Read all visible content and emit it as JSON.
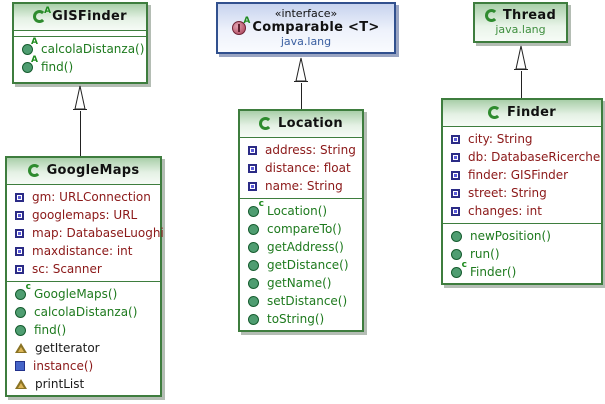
{
  "colors": {
    "class_border": "#3e7d3e",
    "class_header_gradient_top": "#a9cfa9",
    "interface_border": "#31508e",
    "interface_header_gradient_top": "#c7d3ee",
    "attribute_text": "#8b1818",
    "method_text": "#1e7a1e",
    "plain_member_text": "#1a1a1a",
    "package_text_green": "#3f8f3f",
    "package_text_blue": "#3a5fa0"
  },
  "icons": {
    "class-icon": "green C ring",
    "abstract-class-icon": "green C ring with superscript A",
    "interface-icon": "maroon circle with I and superscript A",
    "field-icon": "small blue square",
    "public-method-icon": "green filled circle",
    "constructor-icon": "green filled circle with superscript c",
    "abstract-method-icon": "green filled circle with superscript A",
    "protected-member-icon": "gold triangle",
    "static-method-icon": "blue filled square",
    "inheritance-arrowhead-icon": "hollow upward triangle"
  },
  "classes": {
    "gisfinder": {
      "title": "GISFinder",
      "operations": [
        {
          "label": "calcolaDistanza()",
          "icon": "abstract-method-icon"
        },
        {
          "label": "find()",
          "icon": "abstract-method-icon"
        }
      ]
    },
    "comparable": {
      "stereotype": "«interface»",
      "title": "Comparable <T>",
      "package": "java.lang"
    },
    "thread": {
      "title": "Thread",
      "package": "java.lang"
    },
    "googlemaps": {
      "title": "GoogleMaps",
      "attributes": [
        {
          "label": "gm: URLConnection",
          "icon": "field-icon"
        },
        {
          "label": "googlemaps: URL",
          "icon": "field-icon"
        },
        {
          "label": "map: DatabaseLuoghi",
          "icon": "field-icon"
        },
        {
          "label": "maxdistance: int",
          "icon": "field-icon"
        },
        {
          "label": "sc: Scanner",
          "icon": "field-icon"
        }
      ],
      "operations": [
        {
          "label": "GoogleMaps()",
          "icon": "constructor-icon"
        },
        {
          "label": "calcolaDistanza()",
          "icon": "public-method-icon"
        },
        {
          "label": "find()",
          "icon": "public-method-icon"
        },
        {
          "label": "getIterator",
          "icon": "protected-member-icon"
        },
        {
          "label": "instance()",
          "icon": "static-method-icon"
        },
        {
          "label": "printList",
          "icon": "protected-member-icon"
        }
      ]
    },
    "location": {
      "title": "Location",
      "attributes": [
        {
          "label": "address: String",
          "icon": "field-icon"
        },
        {
          "label": "distance: float",
          "icon": "field-icon"
        },
        {
          "label": "name: String",
          "icon": "field-icon"
        }
      ],
      "operations": [
        {
          "label": "Location()",
          "icon": "constructor-icon"
        },
        {
          "label": "compareTo()",
          "icon": "public-method-icon"
        },
        {
          "label": "getAddress()",
          "icon": "public-method-icon"
        },
        {
          "label": "getDistance()",
          "icon": "public-method-icon"
        },
        {
          "label": "getName()",
          "icon": "public-method-icon"
        },
        {
          "label": "setDistance()",
          "icon": "public-method-icon"
        },
        {
          "label": "toString()",
          "icon": "public-method-icon"
        }
      ]
    },
    "finder": {
      "title": "Finder",
      "attributes": [
        {
          "label": "city: String",
          "icon": "field-icon"
        },
        {
          "label": "db: DatabaseRicerche",
          "icon": "field-icon"
        },
        {
          "label": "finder: GISFinder",
          "icon": "field-icon"
        },
        {
          "label": "street: String",
          "icon": "field-icon"
        },
        {
          "label": "changes: int",
          "icon": "field-icon"
        }
      ],
      "operations": [
        {
          "label": "newPosition()",
          "icon": "public-method-icon"
        },
        {
          "label": "run()",
          "icon": "public-method-icon"
        },
        {
          "label": "Finder()",
          "icon": "constructor-icon"
        }
      ]
    }
  }
}
